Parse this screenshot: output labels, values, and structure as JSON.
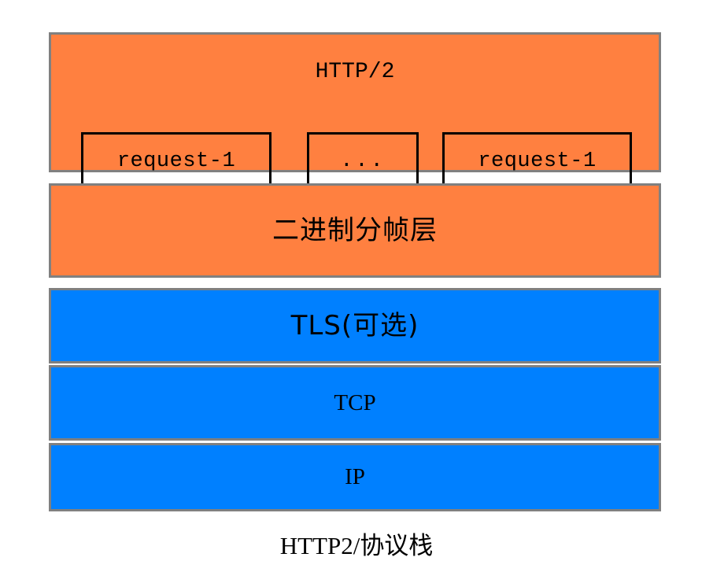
{
  "diagram": {
    "caption": "HTTP2/协议栈",
    "caption_ascii_part": "HTTP2/",
    "caption_cjk_part": "协议栈",
    "colors": {
      "application_fill": "#ff8040",
      "framing_fill": "#ff8040",
      "transport_fill": "#0080ff",
      "layer_border": "#808080",
      "inner_box_border": "#000000",
      "text": "#000000",
      "background": "#ffffff"
    },
    "layers": [
      {
        "id": "http2",
        "label": "HTTP/2",
        "fill": "#ff8040",
        "kind": "application",
        "requests": [
          {
            "label": "request-1"
          },
          {
            "label": "..."
          },
          {
            "label": "request-1"
          }
        ]
      },
      {
        "id": "binary-framing",
        "label": "二进制分帧层",
        "fill": "#ff8040",
        "kind": "framing"
      },
      {
        "id": "tls",
        "label": "TLS(可选)",
        "fill": "#0080ff",
        "kind": "security"
      },
      {
        "id": "tcp",
        "label": "TCP",
        "fill": "#0080ff",
        "kind": "transport"
      },
      {
        "id": "ip",
        "label": "IP",
        "fill": "#0080ff",
        "kind": "network"
      }
    ]
  }
}
